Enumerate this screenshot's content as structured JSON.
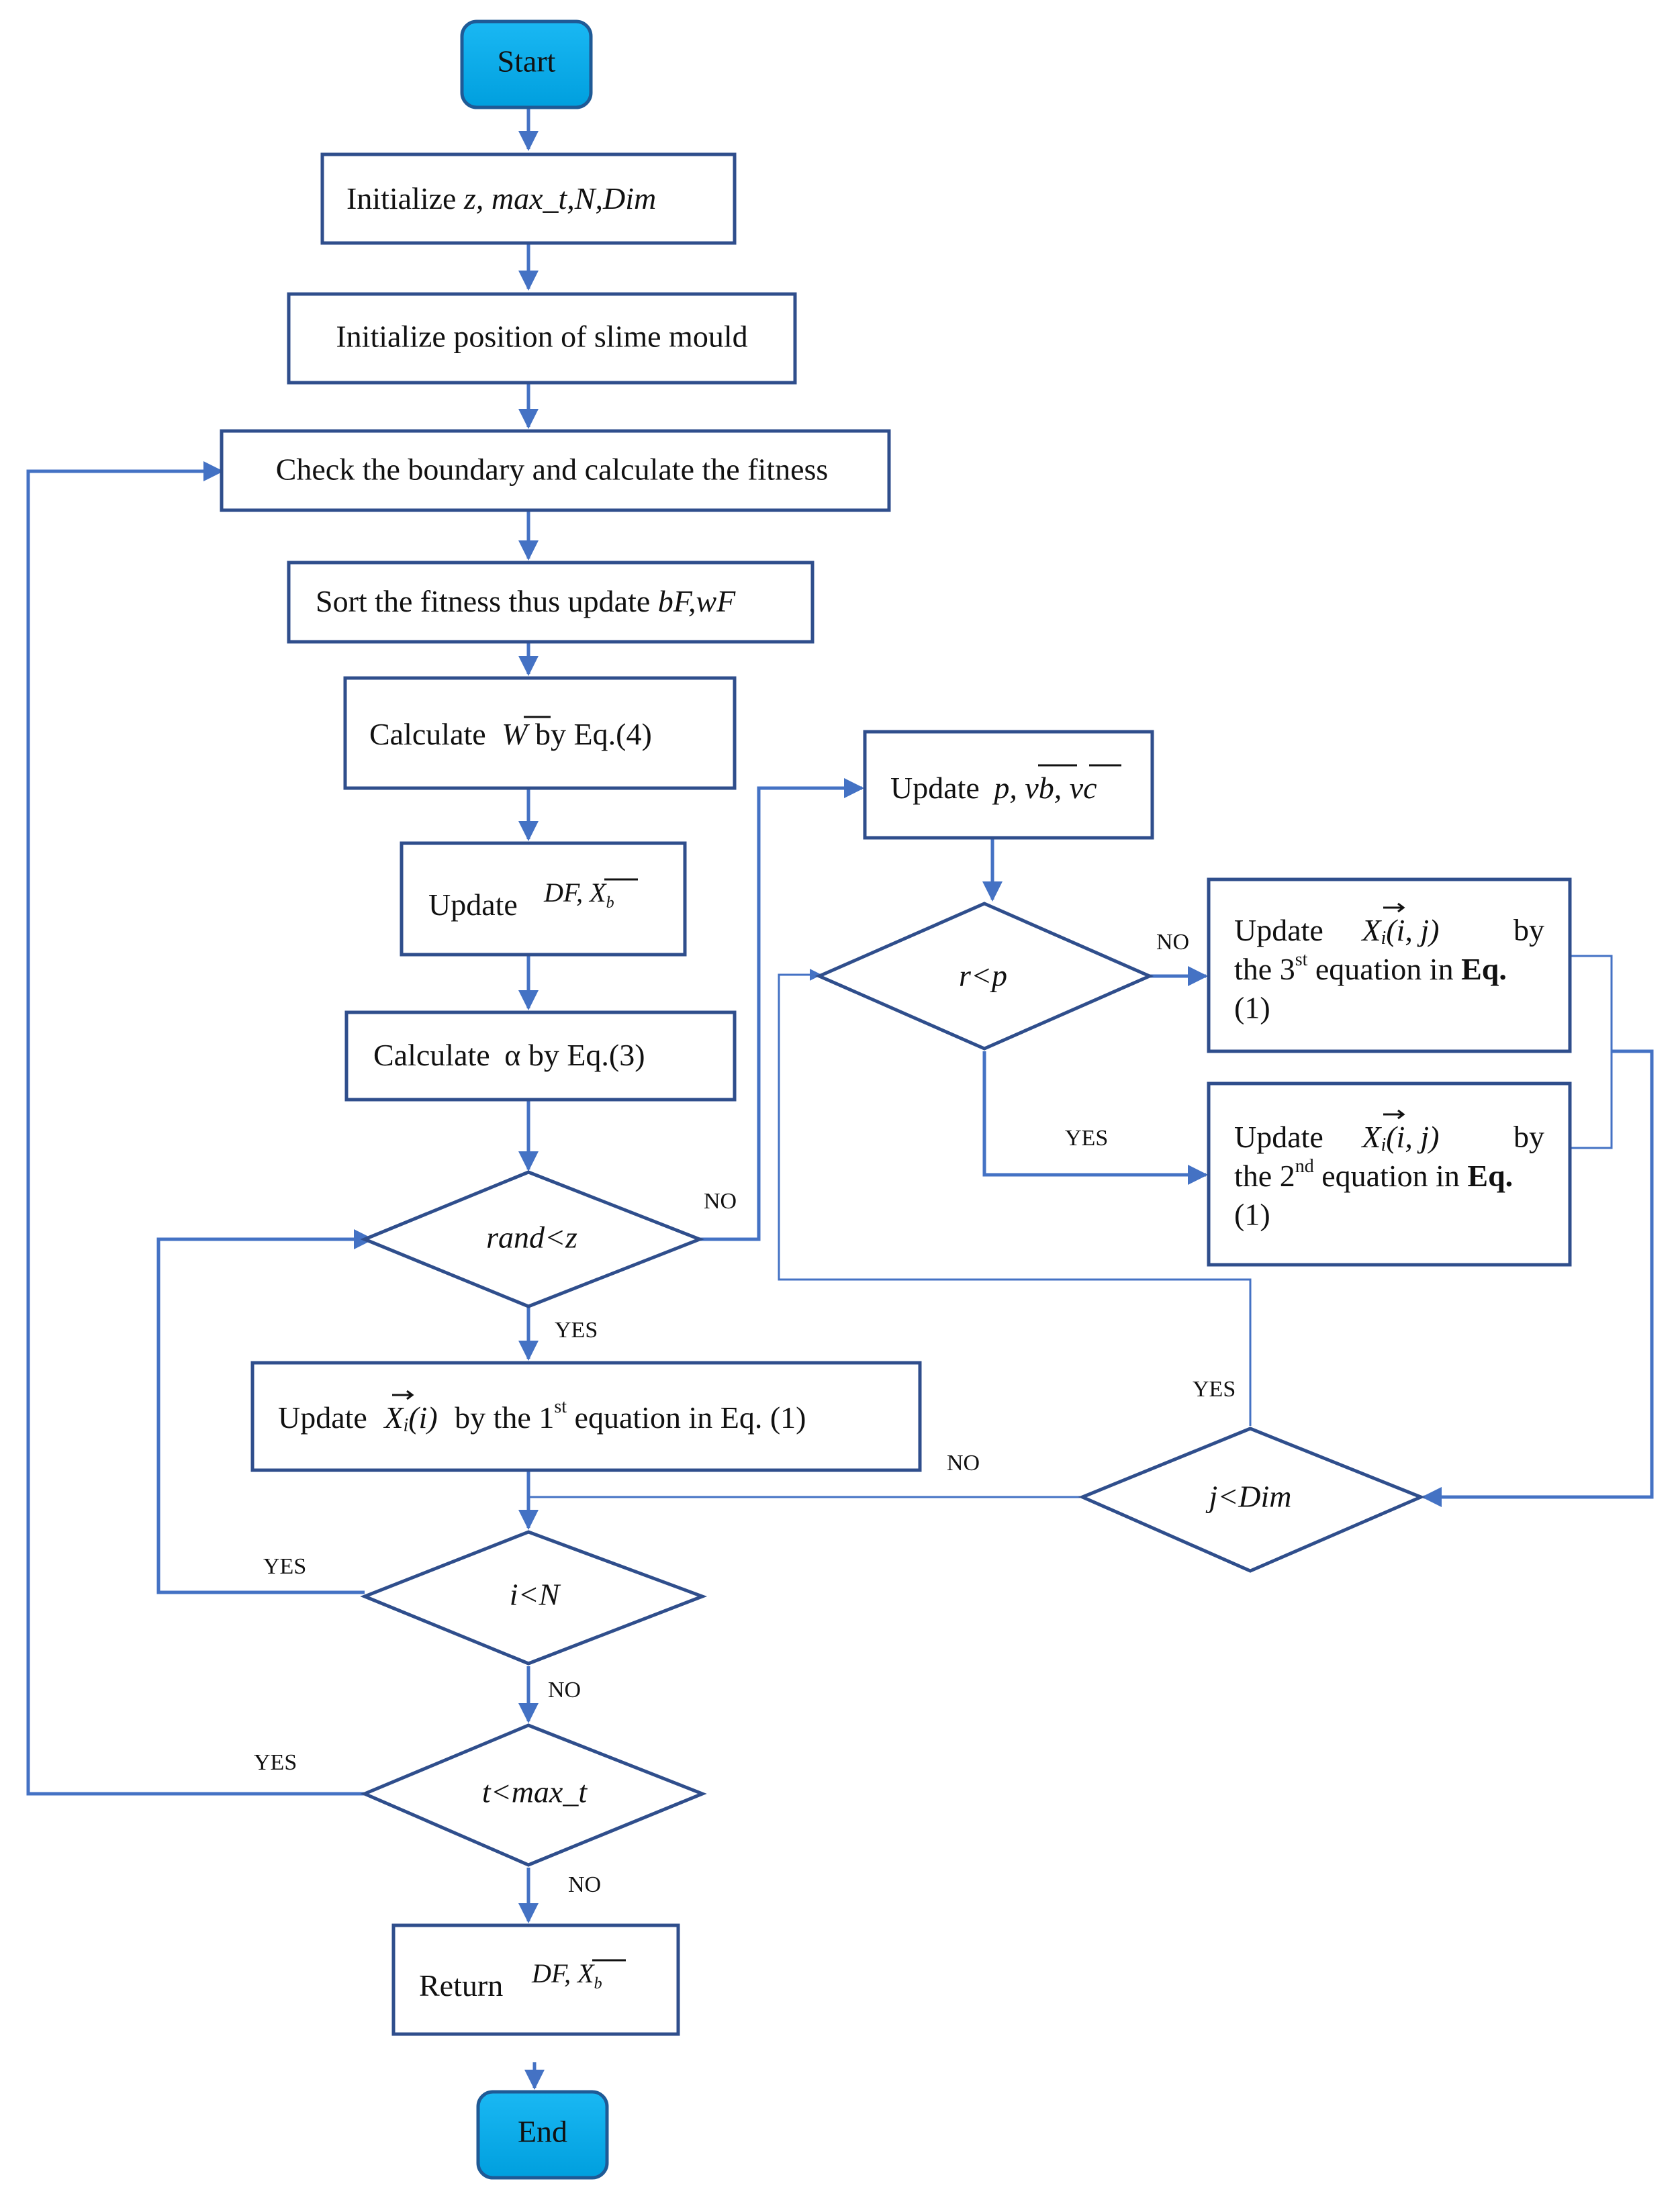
{
  "colors": {
    "terminal_fill": "#00aeef",
    "box_stroke": "#2f4e8c",
    "arrow": "#4472c4"
  },
  "nodes": {
    "start": "Start",
    "init_params": {
      "prefix": "Initialize ",
      "vars": "z,   max_t,N,Dim"
    },
    "init_pos": "Initialize position of slime mould",
    "check": "Check the boundary and calculate the fitness",
    "sort": {
      "prefix": "Sort the fitness thus update ",
      "vars": "bF,wF"
    },
    "calc_w": {
      "prefix": "Calculate ",
      "sym": "W",
      "suffix": " by Eq.(4)"
    },
    "update_df": {
      "prefix": "Update ",
      "df": "DF",
      "sep": ", ",
      "sym": "X",
      "sub": "b"
    },
    "calc_alpha": {
      "prefix": "Calculate ",
      "sym": "α",
      "suffix": " by Eq.(3)"
    },
    "rand_z": "rand<z",
    "update_xi": {
      "prefix": "Update ",
      "sym": "X",
      "sub": "i",
      "arg": "(i)",
      "middle": " by the 1",
      "sup": "st",
      "suffix": " equation in Eq. (1)"
    },
    "i_n": "i<N",
    "t_max": "t<max_t",
    "return": {
      "prefix": "Return ",
      "df": "DF",
      "sep": ", ",
      "sym": "X",
      "sub": "b"
    },
    "end": "End",
    "update_p": {
      "prefix": "Update ",
      "vars": "p, vb, vc"
    },
    "r_p": "r<p",
    "update_3rd": {
      "l1a": "Update ",
      "sym": "X",
      "sub": "i",
      "arg": "(i, j)",
      "l1b": "by",
      "l2a": "the 3",
      "sup": "st",
      "l2b": " equation in ",
      "l2bold": "Eq.",
      "l3": "(1)"
    },
    "update_2nd": {
      "l1a": "Update ",
      "sym": "X",
      "sub": "i",
      "arg": "(i, j)",
      "l1b": "by",
      "l2a": "the 2",
      "sup": "nd",
      "l2b": " equation in ",
      "l2bold": "Eq.",
      "l3": "(1)"
    },
    "j_dim": "j<Dim"
  },
  "edge_labels": {
    "rand_no": "NO",
    "rand_yes": "YES",
    "rp_no": "NO",
    "rp_yes": "YES",
    "jdim_yes": "YES",
    "jdim_no": "NO",
    "in_yes": "YES",
    "in_no": "NO",
    "t_yes": "YES",
    "t_no": "NO"
  }
}
